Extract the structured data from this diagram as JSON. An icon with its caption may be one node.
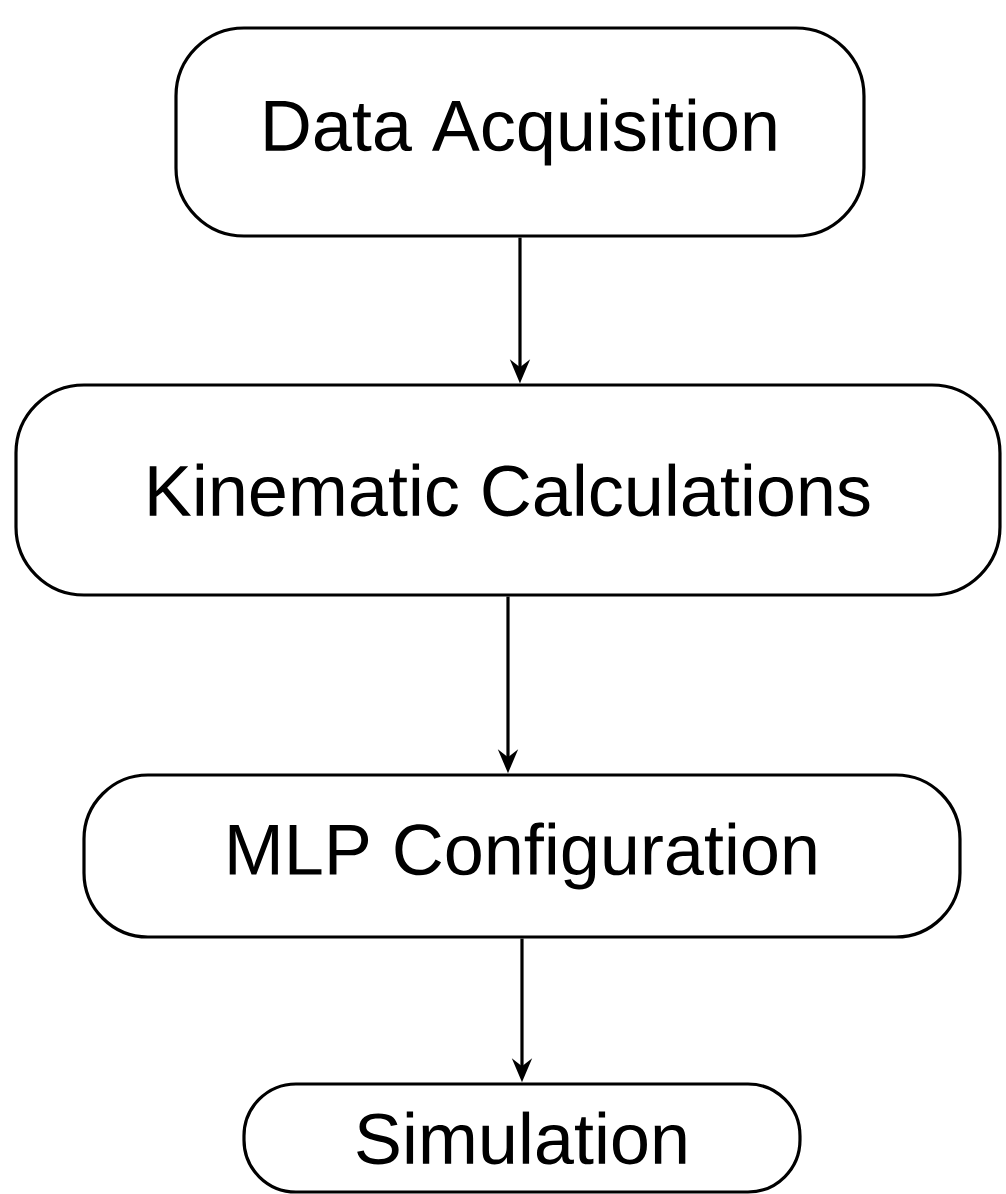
{
  "diagram": {
    "nodes": [
      {
        "text": [
          "Data Acquisition"
        ]
      },
      {
        "text": [
          "Kinematic Calculations"
        ]
      },
      {
        "text": [
          "MLP Configuration"
        ]
      },
      {
        "text": [
          "Simulation"
        ]
      }
    ],
    "edges": [
      {
        "from": 0,
        "to": 1,
        "arrow": "to"
      },
      {
        "from": 1,
        "to": 2,
        "arrow": "to"
      },
      {
        "from": 2,
        "to": 3,
        "arrow": "to"
      }
    ]
  }
}
